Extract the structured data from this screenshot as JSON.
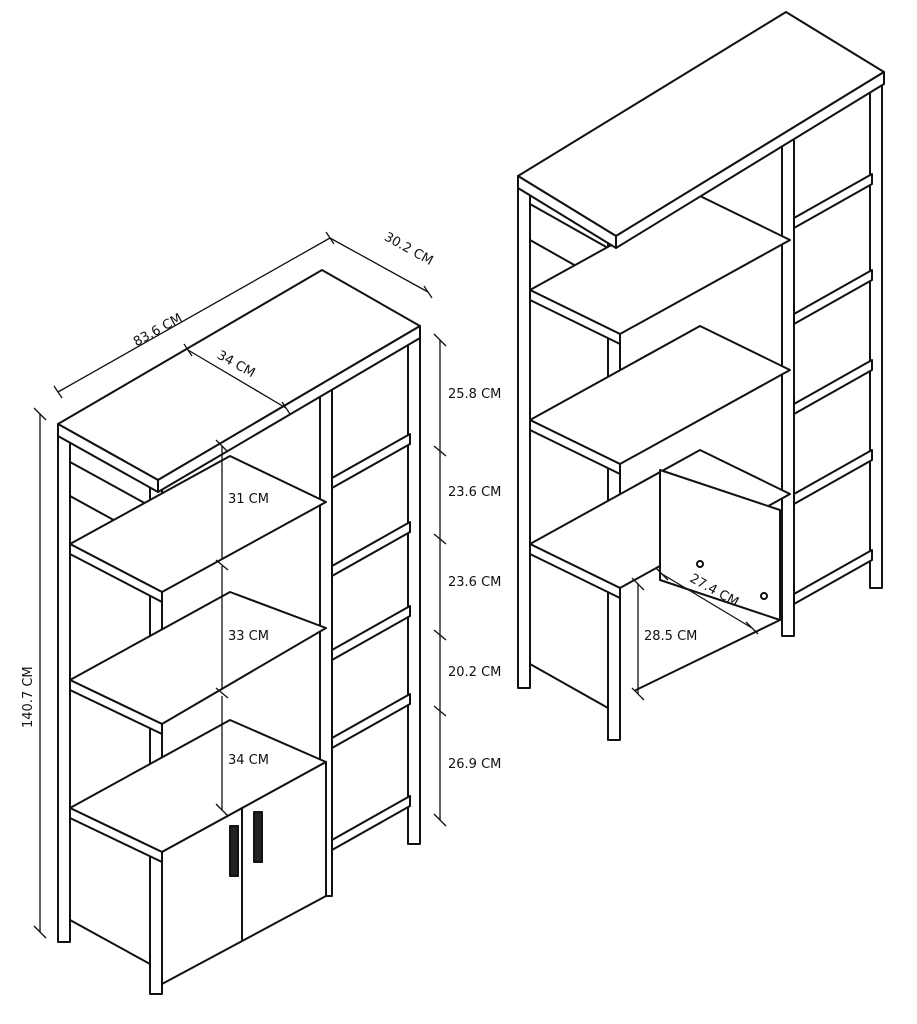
{
  "colors": {
    "line": "#111111",
    "fill": "#ffffff",
    "dark": "#222222"
  },
  "dimensions": {
    "width": "83.6 CM",
    "depth": "30.2 CM",
    "shelf_depth": "34 CM",
    "height": "140.7 CM",
    "upper_shelf_gap": "31 CM",
    "middle_shelf_gap": "33 CM",
    "cabinet_gap": "34 CM",
    "right_gap_1": "25.8 CM",
    "right_gap_2": "23.6 CM",
    "right_gap_3": "23.6 CM",
    "right_gap_4": "20.2 CM",
    "right_gap_5": "26.9 CM",
    "opening_width": "27.4 CM",
    "opening_height": "28.5 CM"
  }
}
